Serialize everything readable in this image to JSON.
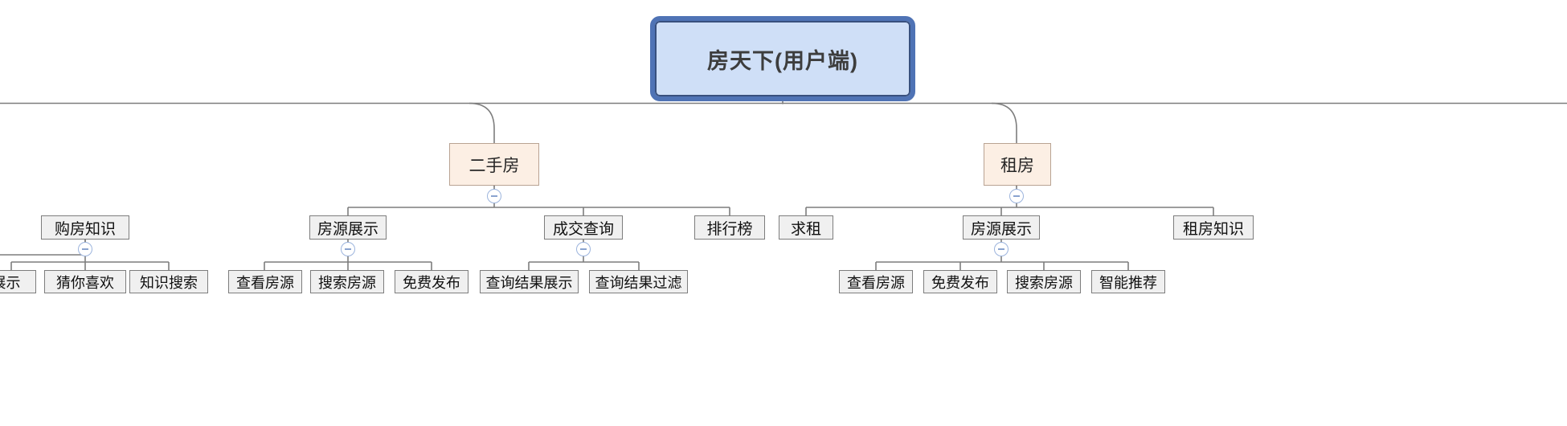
{
  "diagram": {
    "type": "mind-map-tree",
    "orientation": "top-down",
    "root": {
      "label": "房天下(用户端)"
    },
    "colors": {
      "root_fill": "#cfdff7",
      "root_border": "#38507e",
      "root_outline": "#4f73b5",
      "category_fill": "#fcefe4",
      "category_border": "#b9a393",
      "node_fill": "#f0f0f0",
      "node_border": "#7d7d7d",
      "edge": "#7d7d7d",
      "toggle_border": "#9cb4dd"
    },
    "level2": [
      {
        "label": "二手房"
      },
      {
        "label": "租房"
      }
    ],
    "level3": [
      {
        "label": "购房知识"
      },
      {
        "label": "房源展示"
      },
      {
        "label": "成交查询"
      },
      {
        "label": "排行榜"
      },
      {
        "label": "求租"
      },
      {
        "label": "房源展示"
      },
      {
        "label": "租房知识"
      }
    ],
    "leaves": [
      {
        "label": "展示"
      },
      {
        "label": "猜你喜欢"
      },
      {
        "label": "知识搜索"
      },
      {
        "label": "查看房源"
      },
      {
        "label": "搜索房源"
      },
      {
        "label": "免费发布"
      },
      {
        "label": "查询结果展示"
      },
      {
        "label": "查询结果过滤"
      },
      {
        "label": "查看房源"
      },
      {
        "label": "免费发布"
      },
      {
        "label": "搜索房源"
      },
      {
        "label": "智能推荐"
      }
    ],
    "toggles": [
      {
        "state": "expanded",
        "symbol": "minus"
      },
      {
        "state": "expanded",
        "symbol": "minus"
      },
      {
        "state": "expanded",
        "symbol": "minus"
      },
      {
        "state": "expanded",
        "symbol": "minus"
      },
      {
        "state": "expanded",
        "symbol": "minus"
      },
      {
        "state": "expanded",
        "symbol": "minus"
      },
      {
        "state": "expanded",
        "symbol": "minus"
      }
    ]
  }
}
